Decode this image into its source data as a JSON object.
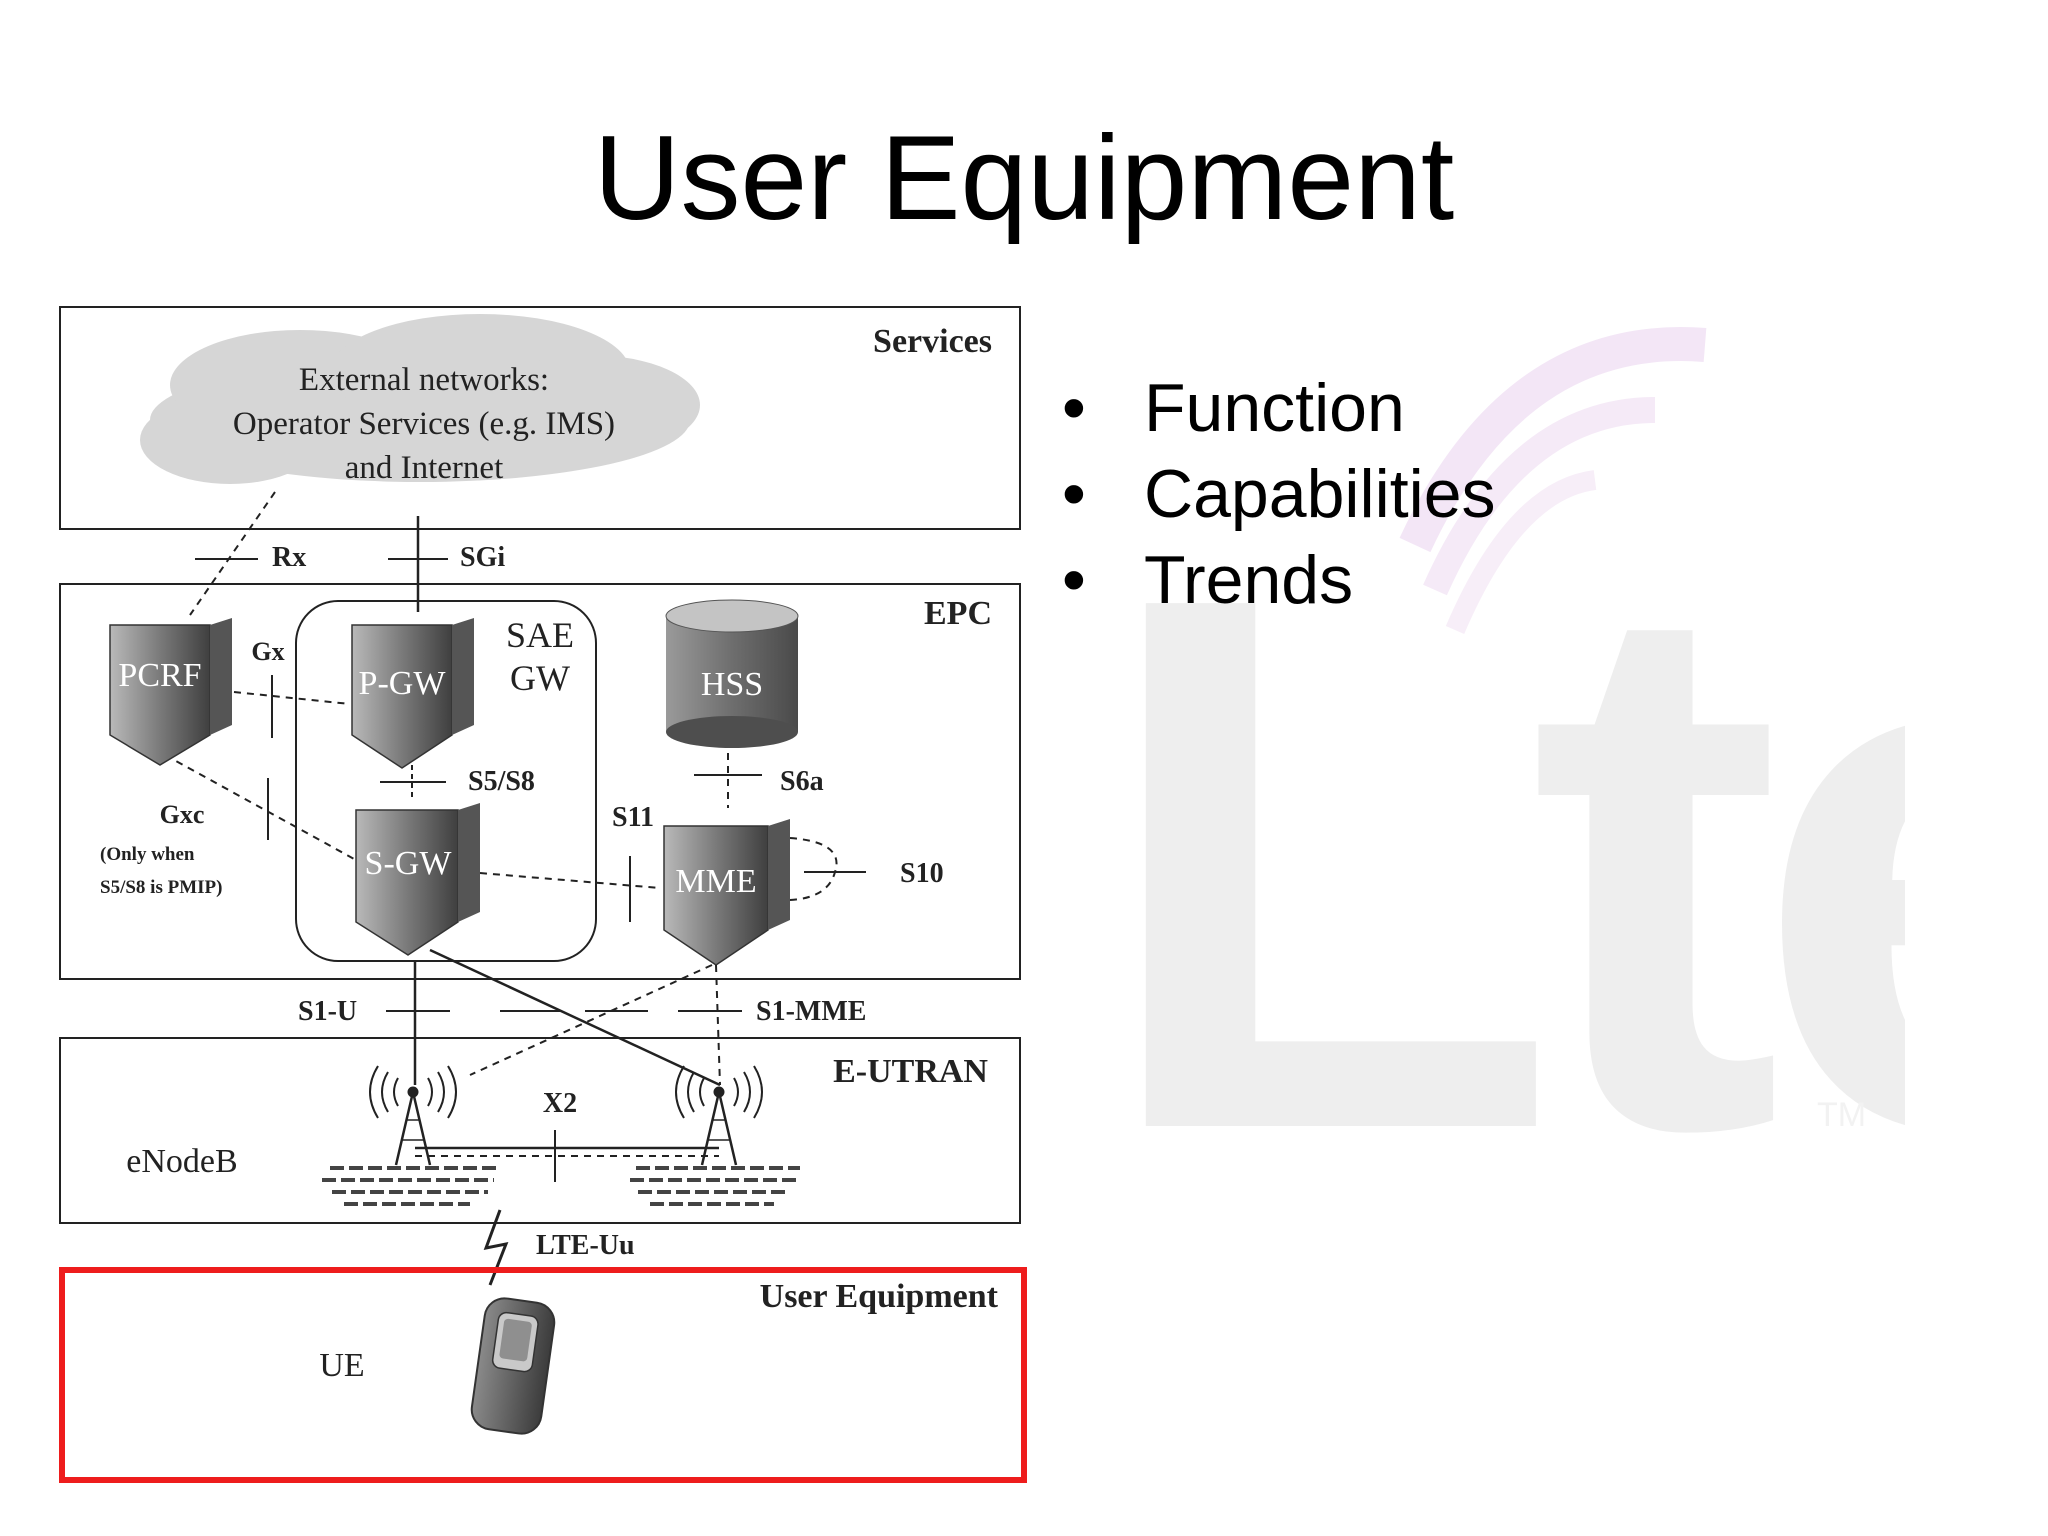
{
  "slide": {
    "title": "User Equipment",
    "bullets": [
      "Function",
      "Capabilities",
      "Trends"
    ],
    "watermark_text": "Lte",
    "watermark_tm": "TM"
  },
  "diagram": {
    "boxes": {
      "services": "Services",
      "epc": "EPC",
      "eutran": "E-UTRAN",
      "ue_box": "User Equipment"
    },
    "cloud": [
      "External networks:",
      "Operator Services (e.g. IMS)",
      "and Internet"
    ],
    "nodes": {
      "pcrf": "PCRF",
      "pgw": "P-GW",
      "sgw": "S-GW",
      "hss": "HSS",
      "mme": "MME",
      "sae": "SAE",
      "gw": "GW",
      "enodeb": "eNodeB",
      "ue": "UE"
    },
    "interfaces": {
      "rx": "Rx",
      "sgi": "SGi",
      "gx": "Gx",
      "gxc": "Gxc",
      "gxc_note_1": "(Only when",
      "gxc_note_2": "S5/S8 is PMIP)",
      "s5s8": "S5/S8",
      "s6a": "S6a",
      "s11": "S11",
      "s10": "S10",
      "s1u": "S1-U",
      "s1mme": "S1-MME",
      "x2": "X2",
      "lteuu": "LTE-Uu"
    },
    "highlight_color": "#ee1c1c"
  }
}
